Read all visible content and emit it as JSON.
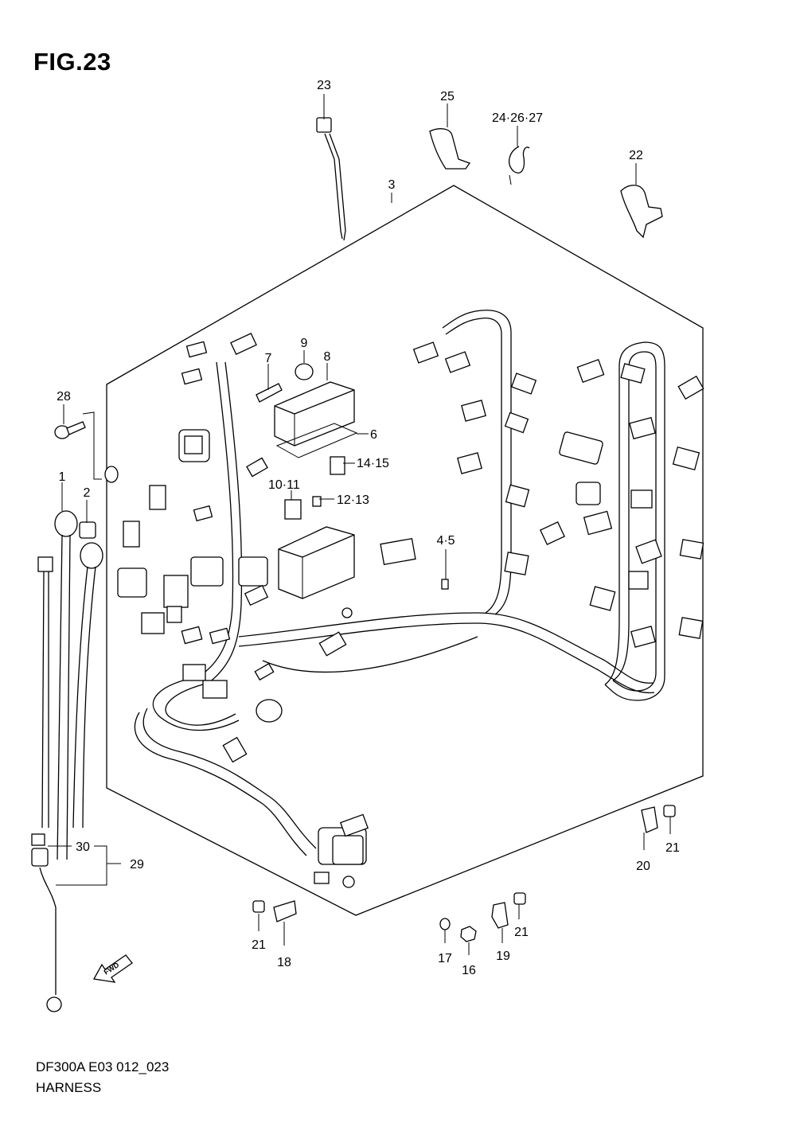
{
  "figure": {
    "title": "FIG.23",
    "model_code": "DF300A E03 012_023",
    "name": "HARNESS",
    "fwd_label": "FWD"
  },
  "callouts": [
    {
      "id": "c23",
      "text": "23"
    },
    {
      "id": "c25",
      "text": "25"
    },
    {
      "id": "c242627",
      "text": "24·26·27"
    },
    {
      "id": "c22",
      "text": "22"
    },
    {
      "id": "c3",
      "text": "3"
    },
    {
      "id": "c28",
      "text": "28"
    },
    {
      "id": "c1",
      "text": "1"
    },
    {
      "id": "c2",
      "text": "2"
    },
    {
      "id": "c7",
      "text": "7"
    },
    {
      "id": "c9",
      "text": "9"
    },
    {
      "id": "c8",
      "text": "8"
    },
    {
      "id": "c6",
      "text": "6"
    },
    {
      "id": "c1415",
      "text": "14·15"
    },
    {
      "id": "c1011",
      "text": "10·11"
    },
    {
      "id": "c1213",
      "text": "12·13"
    },
    {
      "id": "c45",
      "text": "4·5"
    },
    {
      "id": "c30",
      "text": "30"
    },
    {
      "id": "c29",
      "text": "29"
    },
    {
      "id": "c21a",
      "text": "21"
    },
    {
      "id": "c18",
      "text": "18"
    },
    {
      "id": "c17",
      "text": "17"
    },
    {
      "id": "c16",
      "text": "16"
    },
    {
      "id": "c19",
      "text": "19"
    },
    {
      "id": "c21b",
      "text": "21"
    },
    {
      "id": "c20",
      "text": "20"
    },
    {
      "id": "c21c",
      "text": "21"
    }
  ]
}
